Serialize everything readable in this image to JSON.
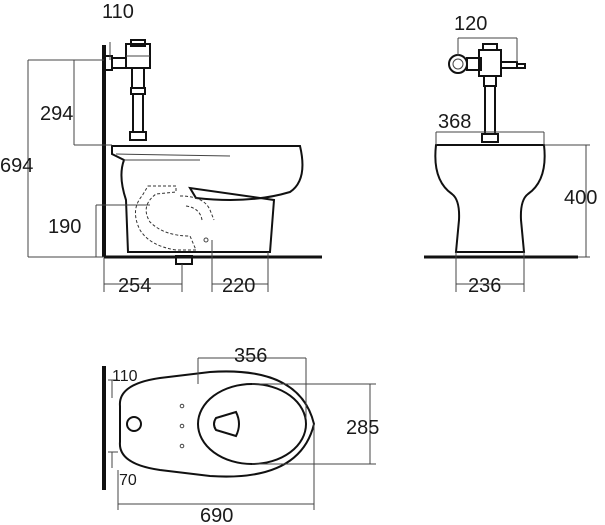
{
  "side_view": {
    "dim_wall_offset": "110",
    "dim_valve_height": "294",
    "dim_total_height": "694",
    "dim_outlet_height": "190",
    "dim_outlet_from_wall": "254",
    "dim_outlet_to_front": "220"
  },
  "front_view": {
    "dim_valve_width": "120",
    "dim_rim_width": "368",
    "dim_rim_height": "400",
    "dim_base_width": "236"
  },
  "top_view": {
    "dim_wall_offset_top": "110",
    "dim_wall_offset_bottom": "70",
    "dim_bowl_length": "356",
    "dim_bowl_width": "285",
    "dim_total_length": "690"
  }
}
